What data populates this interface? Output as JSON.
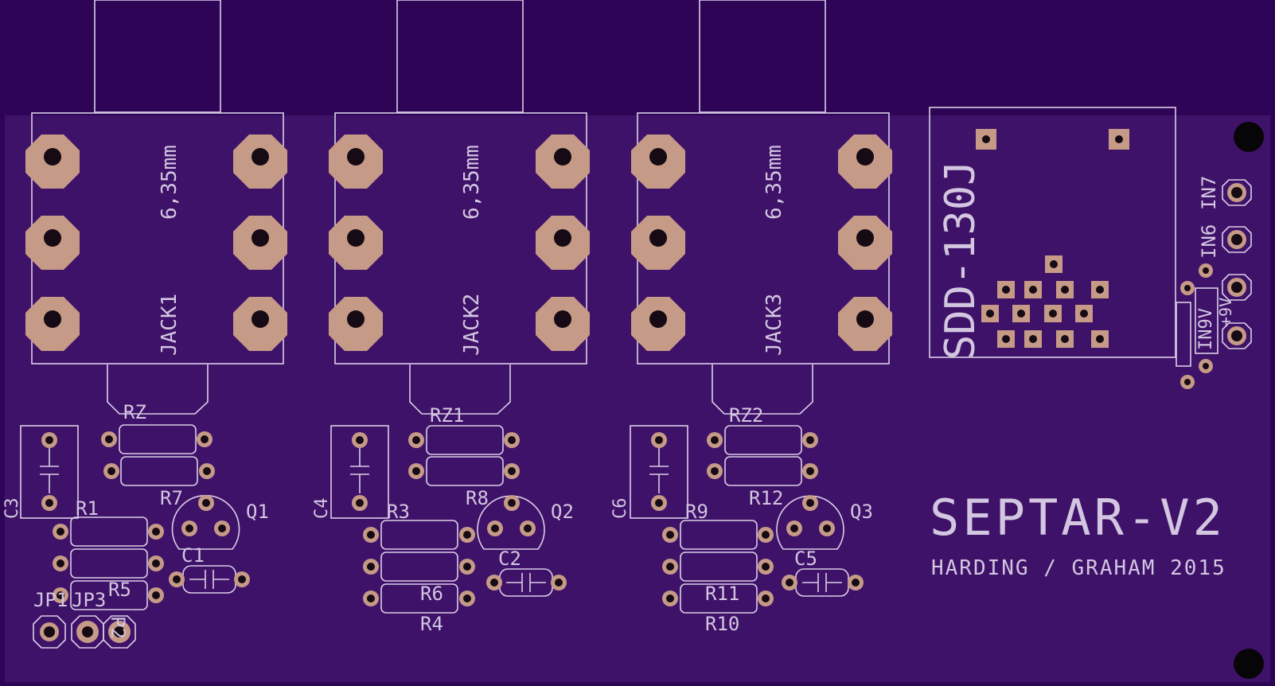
{
  "board": {
    "title": "SEPTAR-V2",
    "credit": "HARDING / GRAHAM 2015",
    "colors": {
      "board": "#3f1269",
      "board_edge": "#2e0556",
      "silkscreen": "#d9cde6",
      "copper_pad": "#c59a86",
      "drill": "#160a14"
    }
  },
  "jacks": [
    {
      "ref": "JACK1",
      "size": "6,35mm"
    },
    {
      "ref": "JACK2",
      "size": "6,35mm"
    },
    {
      "ref": "JACK3",
      "size": "6,35mm"
    }
  ],
  "switch": {
    "ref": "SDD-130J"
  },
  "labels": {
    "rz": [
      "RZ",
      "RZ1",
      "RZ2"
    ],
    "r7": "R7",
    "r8": "R8",
    "r12": "R12",
    "r1": "R1",
    "r3": "R3",
    "r9": "R9",
    "r5": "R5",
    "r6": "R6",
    "r11": "R11",
    "r4": "R4",
    "r10": "R10",
    "q": [
      "Q1",
      "Q2",
      "Q3"
    ],
    "c": [
      "C1",
      "C2",
      "C5"
    ],
    "cap_v": [
      "C3",
      "C4",
      "C6"
    ],
    "jp1": "JP1",
    "jp3": "JP3",
    "jp2": "P2",
    "in7": "IN7",
    "in6": "IN6",
    "in9v": "IN9V",
    "plus9v": "+9V"
  }
}
